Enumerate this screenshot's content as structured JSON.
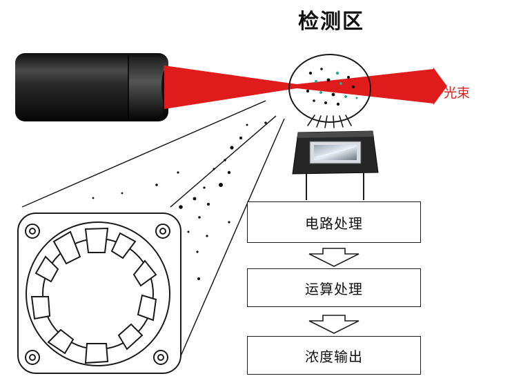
{
  "diagram": {
    "title": "检测区",
    "beam_label": "光束",
    "steps": [
      {
        "label": "电路处理"
      },
      {
        "label": "运算处理"
      },
      {
        "label": "浓度输出"
      }
    ]
  },
  "colors": {
    "laser_beam": "#e01b1b",
    "laser_body": "#1c1c1c",
    "sensor_body": "#262626",
    "particle_teal": "#2aa89a",
    "stroke": "#1a1a1a"
  },
  "icons": [
    "laser-emitter-icon",
    "photo-sensor-icon",
    "fan-icon",
    "down-arrow-icon"
  ]
}
